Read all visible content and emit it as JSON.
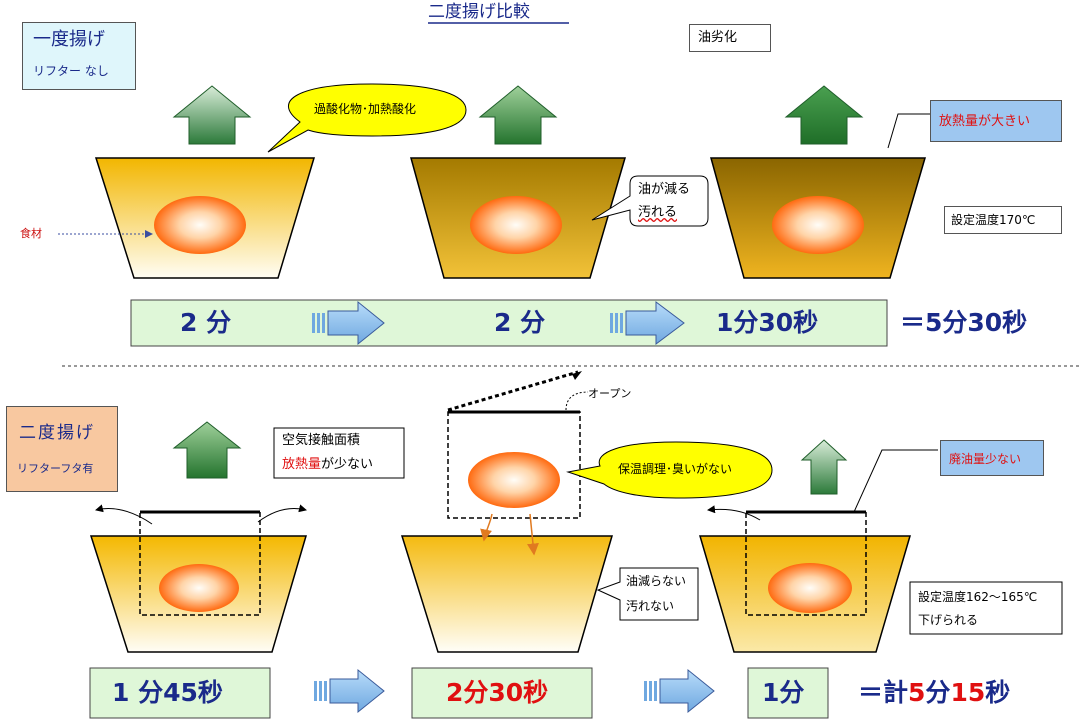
{
  "title": "二度揚げ比較",
  "colors": {
    "navy": "#1a2a8a",
    "red": "#e01010",
    "dark_red": "#cc1111",
    "callout_blue": "#9ec7f0",
    "callout_orange": "#f8c8a0",
    "label_cyan": "#dff6fb",
    "bar_green": "#dff7d8",
    "bubble_yellow": "#ffff00",
    "arrow_blue": "#8fc0ee"
  },
  "top": {
    "label_line1": "一度揚げ",
    "label_line2": "リフター なし",
    "oil_deterioration": "油劣化",
    "bubble": "過酸化物･加熱酸化",
    "food_label": "食材",
    "oil_note_line1": "油が減る",
    "oil_note_line2": "汚れる",
    "heat_note": "放熱量が大きい",
    "temp_note": "設定温度170℃",
    "time1": "2 分",
    "time2": "2 分",
    "time3": "1分30秒",
    "total": "＝5分30秒"
  },
  "bottom": {
    "label_line1": "二度揚げ",
    "label_line2": "リフターフタ有",
    "air_note_line1": "空気接触面積",
    "air_note_line2_red": "放熱量",
    "air_note_line2_rest": "が少ない",
    "open_label": "オープン",
    "bubble": "保温調理･臭いがない",
    "waste_note": "廃油量少ない",
    "oil_note_line1": "油減らない",
    "oil_note_line2": "汚れない",
    "temp_line1": "設定温度162～165℃",
    "temp_line2": "下げられる",
    "time1": "1 分45秒",
    "time2": "2分30秒",
    "time3": "1分",
    "total_prefix": "＝計",
    "total_min_value": "5",
    "total_min_unit": "分",
    "total_sec_value": "15",
    "total_sec_unit": "秒"
  }
}
